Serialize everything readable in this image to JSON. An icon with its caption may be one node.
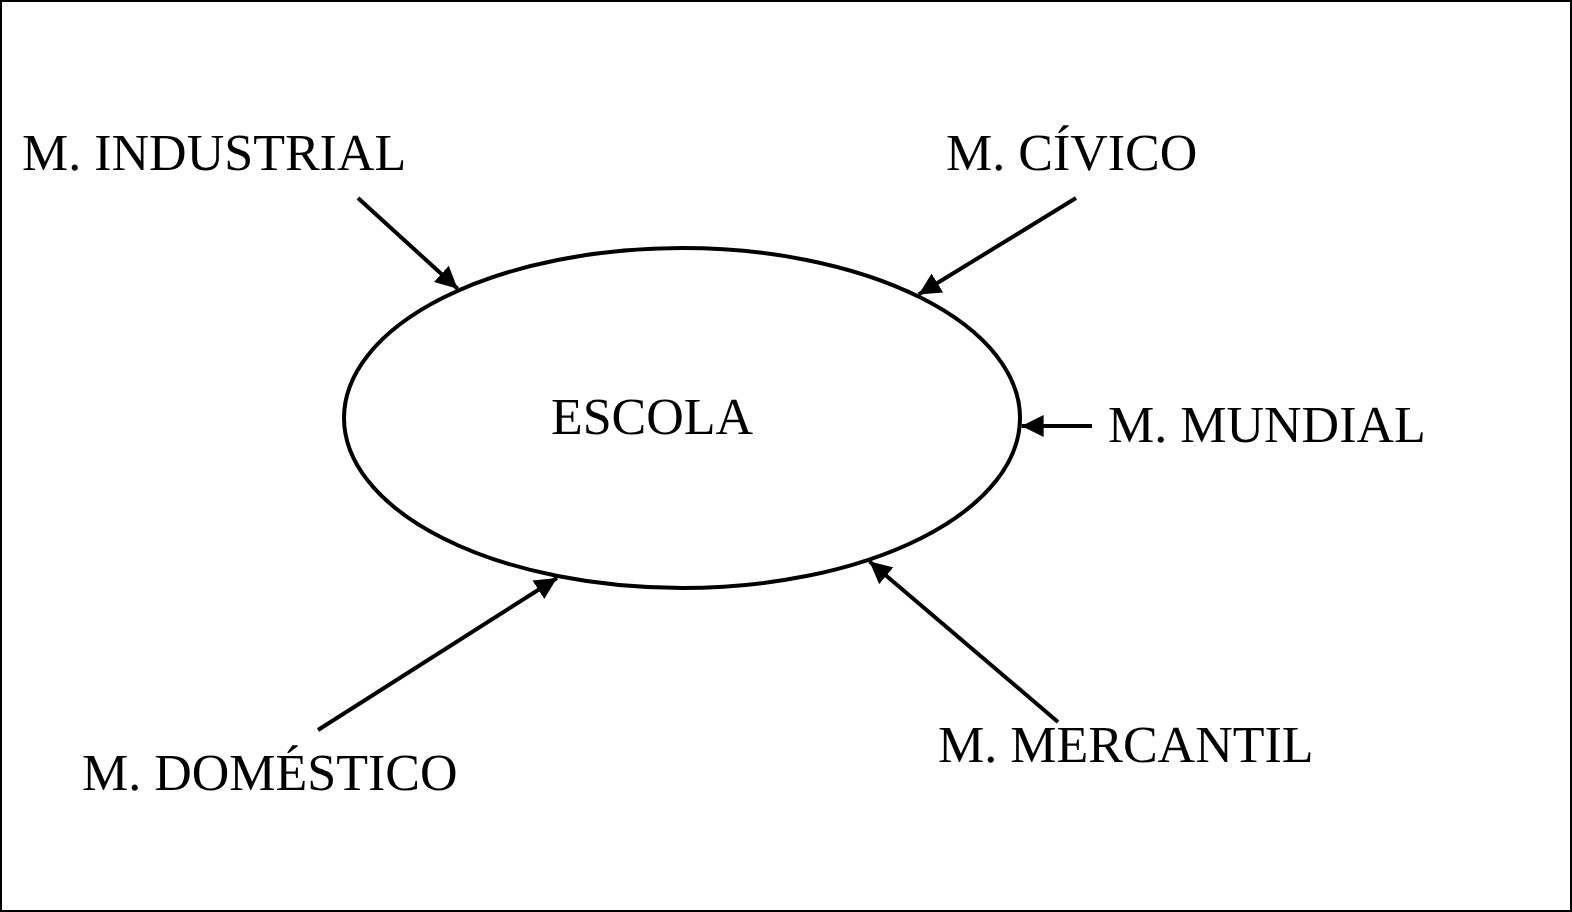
{
  "diagram": {
    "nodes": [
      {
        "text": [
          "ESCOLA"
        ]
      },
      {
        "text": [
          "M. INDUSTRIAL"
        ]
      },
      {
        "text": [
          "M. CÍVICO"
        ]
      },
      {
        "text": [
          "M. MUNDIAL"
        ]
      },
      {
        "text": [
          "M. DOMÉSTICO"
        ]
      },
      {
        "text": [
          "M. MERCANTIL"
        ]
      }
    ],
    "edges": [
      {
        "from": 1,
        "to": 0,
        "arrow": "to"
      },
      {
        "from": 2,
        "to": 0,
        "arrow": "to"
      },
      {
        "from": 3,
        "to": 0,
        "arrow": "to"
      },
      {
        "from": 4,
        "to": 0,
        "arrow": "to"
      },
      {
        "from": 5,
        "to": 0,
        "arrow": "to"
      }
    ]
  }
}
